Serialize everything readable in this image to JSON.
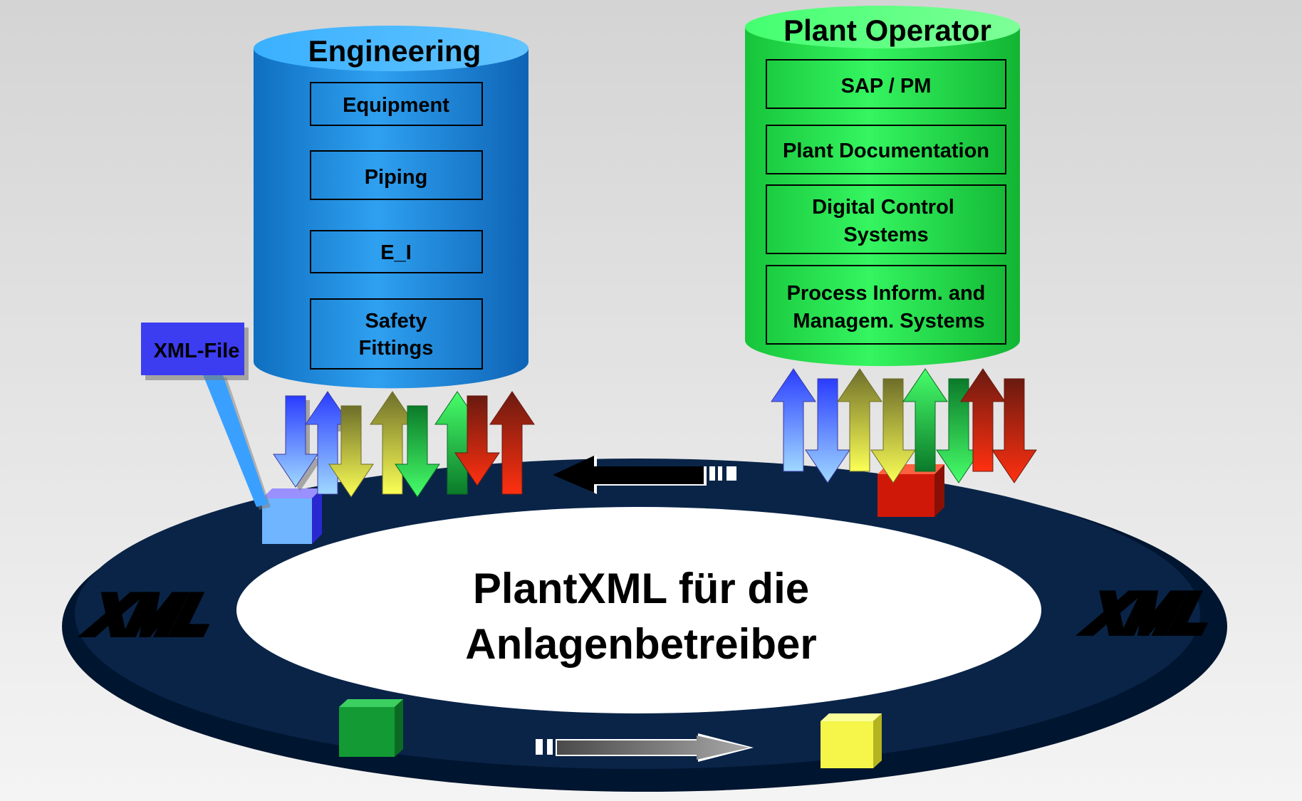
{
  "colors": {
    "background_top": "#d9d9d9",
    "background_bottom": "#f2f2f2",
    "ring": "#0a2448",
    "ring_rim": "#00152f",
    "center": "#ffffff",
    "engineering": "#1e8fe0",
    "plant_operator": "#22e84a",
    "callout": "#3c3cf0"
  },
  "engineering": {
    "title": "Engineering",
    "items": [
      "Equipment",
      "Piping",
      "E_I",
      "Safety Fittings"
    ]
  },
  "plant_operator": {
    "title": "Plant Operator",
    "items": [
      "SAP / PM",
      "Plant Documentation",
      "Digital Control Systems",
      "Process Inform. and Managem. Systems"
    ]
  },
  "callout": {
    "label": "XML-File"
  },
  "center": {
    "line1": "PlantXML für die",
    "line2": "Anlagenbetreiber"
  },
  "logos": {
    "left": "XML",
    "right": "XML"
  }
}
